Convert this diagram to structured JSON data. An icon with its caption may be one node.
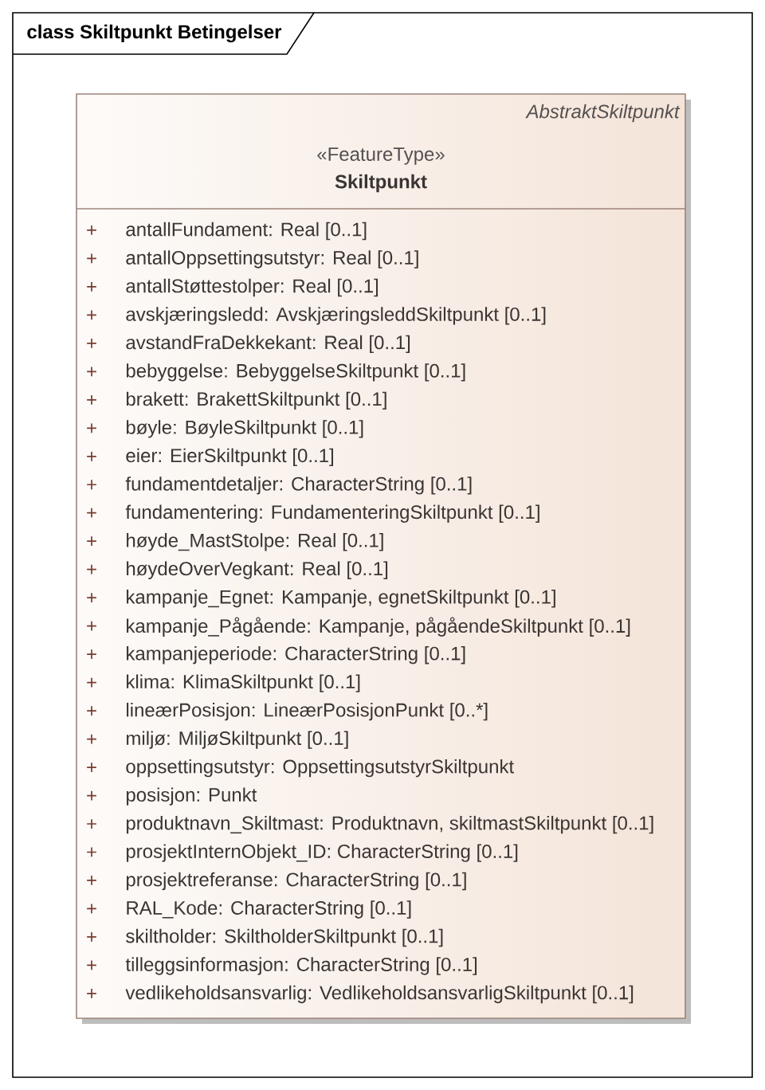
{
  "diagram": {
    "nodes": [
      {
        "text": [
          "class Skiltpunkt Betingelser"
        ]
      },
      {
        "text": [
          "AbstraktSkiltpunkt",
          "«FeatureType»",
          "Skiltpunkt",
          "+",
          "antallFundament: Real [0..1]",
          "+",
          "antallOppsettingsutstyr: Real [0..1]",
          "+",
          "antallStøttestolper: Real [0..1]",
          "+",
          "avskjæringsledd: AvskjæringsleddSkiltpunkt [0..1]",
          "+",
          "avstandFraDekkekant: Real [0..1]",
          "+",
          "bebyggelse: BebyggelseSkiltpunkt [0..1]",
          "+",
          "brakett: BrakettSkiltpunkt [0..1]",
          "+",
          "bøyle: BøyleSkiltpunkt [0..1]",
          "+",
          "eier: EierSkiltpunkt [0..1]",
          "+",
          "fundamentdetaljer: CharacterString [0..1]",
          "+",
          "fundamentering: FundamenteringSkiltpunkt [0..1]",
          "+",
          "høyde_MastStolpe: Real [0..1]",
          "+",
          "høydeOverVegkant: Real [0..1]",
          "+",
          "kampanje_Egnet: Kampanje, egnetSkiltpunkt [0..1]",
          "+",
          "kampanje_Pågående: Kampanje, pågåendeSkiltpunkt [0..1]",
          "+",
          "kampanjeperiode: CharacterString [0..1]",
          "+",
          "klima: KlimaSkiltpunkt [0..1]",
          "+",
          "lineærPosisjon: LineærPosisjonPunkt [0..*]",
          "+",
          "miljø: MiljøSkiltpunkt [0..1]",
          "+",
          "oppsettingsutstyr: OppsettingsutstyrSkiltpunkt",
          "+",
          "posisjon: Punkt",
          "+",
          "produktnavn_Skiltmast: Produktnavn, skiltmastSkiltpunkt [0..1]",
          "+",
          "prosjektInternObjekt_ID: CharacterString [0..1]",
          "+",
          "prosjektreferanse: CharacterString [0..1]",
          "+",
          "RAL_Kode: CharacterString [0..1]",
          "+",
          "skiltholder: SkiltholderSkiltpunkt [0..1]",
          "+",
          "tilleggsinformasjon: CharacterString [0..1]",
          "+",
          "vedlikeholdsansvarlig: VedlikeholdsansvarligSkiltpunkt [0..1]"
        ],
        "in": 0
      }
    ]
  }
}
